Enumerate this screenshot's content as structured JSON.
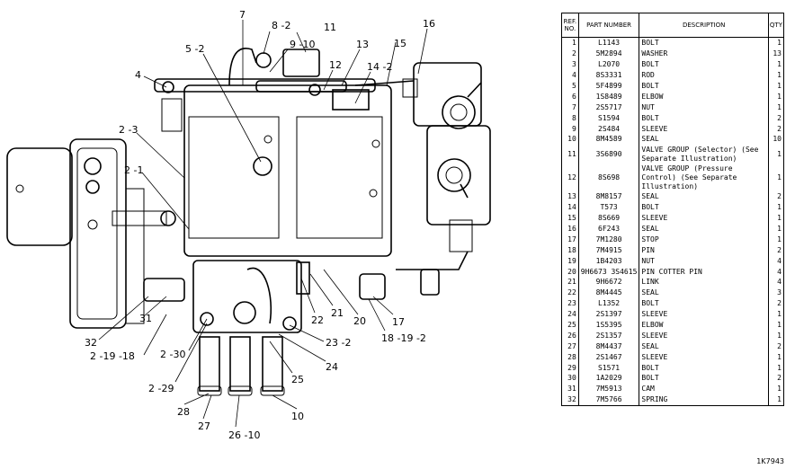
{
  "callouts": [
    {
      "id": "c7",
      "text": "7"
    },
    {
      "id": "c8-2",
      "text": "8 -2"
    },
    {
      "id": "c11",
      "text": "11"
    },
    {
      "id": "c16",
      "text": "16"
    },
    {
      "id": "c5-2",
      "text": "5 -2"
    },
    {
      "id": "c9-10",
      "text": "9 -10"
    },
    {
      "id": "c13",
      "text": "13"
    },
    {
      "id": "c15",
      "text": "15"
    },
    {
      "id": "c4",
      "text": "4"
    },
    {
      "id": "c12",
      "text": "12"
    },
    {
      "id": "c14-2",
      "text": "14 -2"
    },
    {
      "id": "c2-3",
      "text": "2 -3"
    },
    {
      "id": "c2-1",
      "text": "2 -1"
    },
    {
      "id": "c31",
      "text": "31"
    },
    {
      "id": "c32",
      "text": "32"
    },
    {
      "id": "c2-19-18",
      "text": "2 -19 -18"
    },
    {
      "id": "c2-30",
      "text": "2 -30"
    },
    {
      "id": "c22",
      "text": "22"
    },
    {
      "id": "c21",
      "text": "21"
    },
    {
      "id": "c20",
      "text": "20"
    },
    {
      "id": "c17",
      "text": "17"
    },
    {
      "id": "c18-19-2",
      "text": "18 -19 -2"
    },
    {
      "id": "c23-2",
      "text": "23 -2"
    },
    {
      "id": "c24",
      "text": "24"
    },
    {
      "id": "c2-29",
      "text": "2 -29"
    },
    {
      "id": "c25",
      "text": "25"
    },
    {
      "id": "c28",
      "text": "28"
    },
    {
      "id": "c27",
      "text": "27"
    },
    {
      "id": "c26-10",
      "text": "26 -10"
    },
    {
      "id": "c10",
      "text": "10"
    }
  ],
  "table": {
    "headers": {
      "ref": "REF. NO.",
      "part": "PART NUMBER",
      "desc": "DESCRIPTION",
      "qty": "QTY"
    },
    "rows": [
      {
        "ref": "1",
        "part": "L1143",
        "desc": "BOLT",
        "qty": "1"
      },
      {
        "ref": "2",
        "part": "5M2894",
        "desc": "WASHER",
        "qty": "13"
      },
      {
        "ref": "3",
        "part": "L2070",
        "desc": "BOLT",
        "qty": "1"
      },
      {
        "ref": "4",
        "part": "8S3331",
        "desc": "ROD",
        "qty": "1"
      },
      {
        "ref": "5",
        "part": "5F4899",
        "desc": "BOLT",
        "qty": "1"
      },
      {
        "ref": "6",
        "part": "1S8489",
        "desc": "ELBOW",
        "qty": "1"
      },
      {
        "ref": "7",
        "part": "2S5717",
        "desc": "NUT",
        "qty": "1"
      },
      {
        "ref": "8",
        "part": "S1594",
        "desc": "BOLT",
        "qty": "2"
      },
      {
        "ref": "9",
        "part": "2S484",
        "desc": "SLEEVE",
        "qty": "2"
      },
      {
        "ref": "10",
        "part": "8M4589",
        "desc": "SEAL",
        "qty": "10"
      },
      {
        "ref": "11",
        "part": "3S6890",
        "desc": "VALVE GROUP (Selector) (See Separate Illustration)",
        "qty": "1"
      },
      {
        "ref": "12",
        "part": "8S698",
        "desc": "VALVE GROUP (Pressure Control) (See Separate Illustration)",
        "qty": "1"
      },
      {
        "ref": "13",
        "part": "8M8157",
        "desc": "SEAL",
        "qty": "2"
      },
      {
        "ref": "14",
        "part": "T573",
        "desc": "BOLT",
        "qty": "1"
      },
      {
        "ref": "15",
        "part": "8S669",
        "desc": "SLEEVE",
        "qty": "1"
      },
      {
        "ref": "16",
        "part": "6F243",
        "desc": "SEAL",
        "qty": "1"
      },
      {
        "ref": "17",
        "part": "7M1280",
        "desc": "STOP",
        "qty": "1"
      },
      {
        "ref": "18",
        "part": "7M4915",
        "desc": "PIN",
        "qty": "2"
      },
      {
        "ref": "19",
        "part": "1B4203",
        "desc": "NUT",
        "qty": "4"
      },
      {
        "ref": "20",
        "part": "9H6673 3S4615",
        "desc": "PIN COTTER PIN",
        "qty": "4"
      },
      {
        "ref": "21",
        "part": "9H6672",
        "desc": "LINK",
        "qty": "4"
      },
      {
        "ref": "22",
        "part": "8M4445",
        "desc": "SEAL",
        "qty": "3"
      },
      {
        "ref": "23",
        "part": "L1352",
        "desc": "BOLT",
        "qty": "2"
      },
      {
        "ref": "24",
        "part": "2S1397",
        "desc": "SLEEVE",
        "qty": "1"
      },
      {
        "ref": "25",
        "part": "1S5395",
        "desc": "ELBOW",
        "qty": "1"
      },
      {
        "ref": "26",
        "part": "2S1357",
        "desc": "SLEEVE",
        "qty": "1"
      },
      {
        "ref": "27",
        "part": "8M4437",
        "desc": "SEAL",
        "qty": "2"
      },
      {
        "ref": "28",
        "part": "2S1467",
        "desc": "SLEEVE",
        "qty": "1"
      },
      {
        "ref": "29",
        "part": "S1571",
        "desc": "BOLT",
        "qty": "1"
      },
      {
        "ref": "30",
        "part": "1A2029",
        "desc": "BOLT",
        "qty": "2"
      },
      {
        "ref": "31",
        "part": "7M5913",
        "desc": "CAM",
        "qty": "1"
      },
      {
        "ref": "32",
        "part": "7M5766",
        "desc": "SPRING",
        "qty": "1"
      }
    ]
  },
  "footer_code": "1K7943"
}
